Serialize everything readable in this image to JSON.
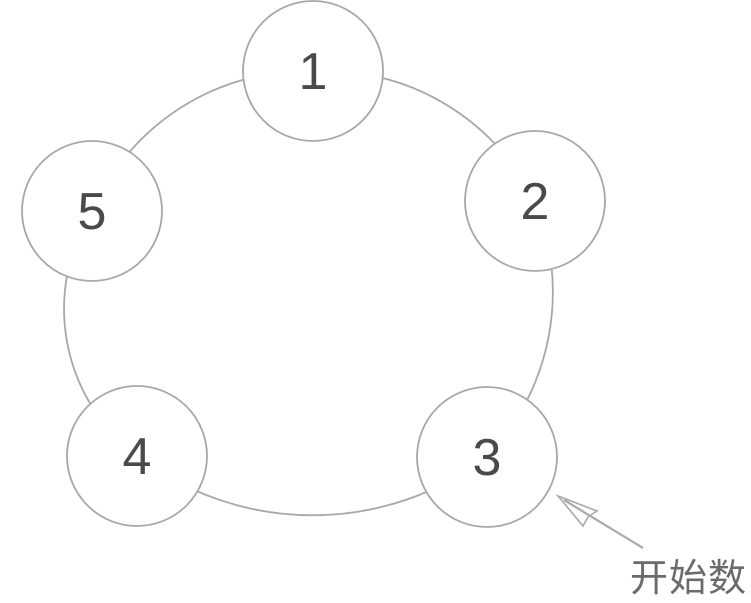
{
  "diagram": {
    "nodes": [
      {
        "label": "1"
      },
      {
        "label": "2"
      },
      {
        "label": "3"
      },
      {
        "label": "4"
      },
      {
        "label": "5"
      }
    ],
    "annotation": {
      "text": "开始数",
      "points_to_node": "3"
    },
    "colors": {
      "background": "#ffffff",
      "outline": "#a8a8a8",
      "number": "#4a4a4a",
      "arrow": "#a9a9a9",
      "annotation_text": "#6b6b6b"
    }
  }
}
